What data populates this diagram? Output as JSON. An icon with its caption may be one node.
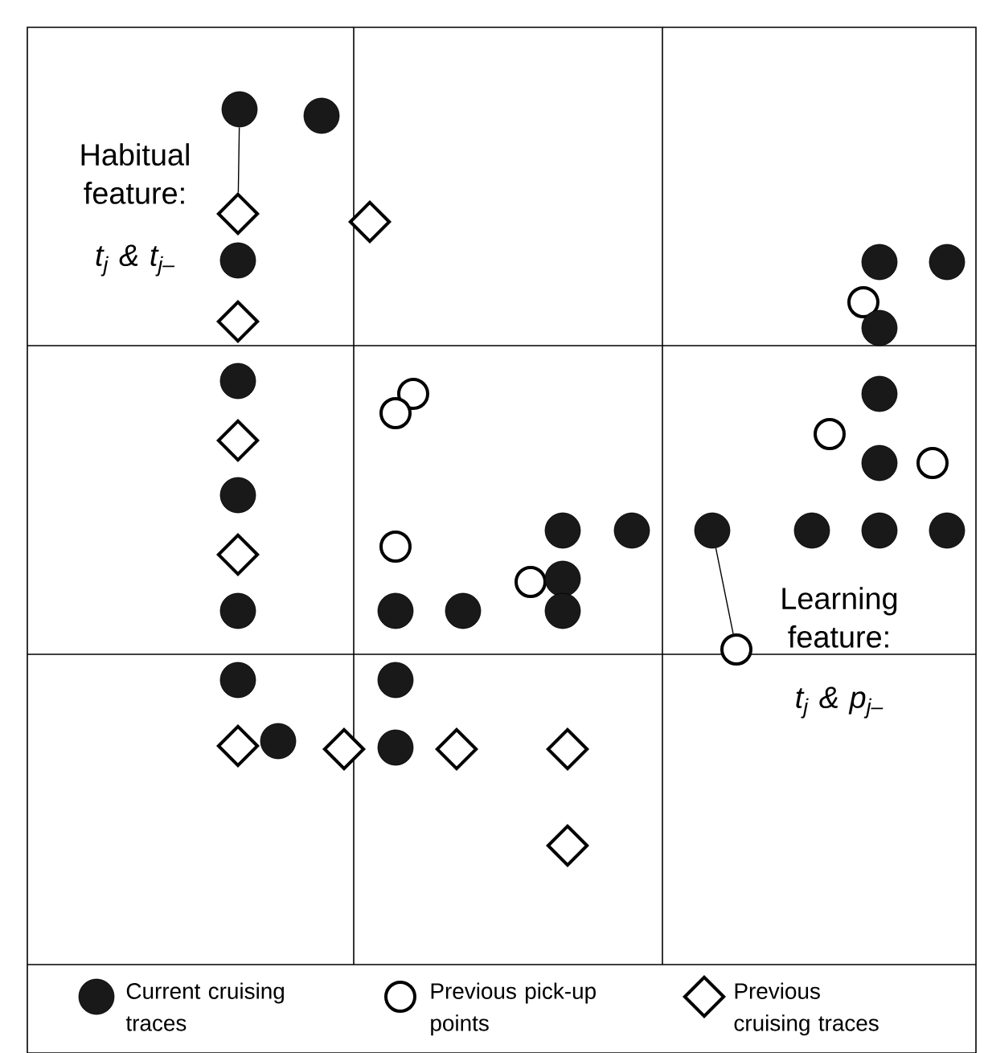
{
  "diagram": {
    "nodes": [
      {
        "text": [],
        "shape": "circle"
      },
      {
        "text": [],
        "shape": "circle"
      },
      {
        "text": [],
        "shape": "diamond"
      },
      {
        "text": [],
        "shape": "diamond"
      },
      {
        "text": [],
        "shape": "circle"
      },
      {
        "text": [],
        "shape": "circle"
      },
      {
        "text": [],
        "shape": "circle"
      },
      {
        "text": [],
        "shape": "circle"
      },
      {
        "text": [],
        "shape": "diamond"
      },
      {
        "text": [],
        "shape": "circle"
      },
      {
        "text": [],
        "shape": "circle"
      },
      {
        "text": [],
        "shape": "circle"
      },
      {
        "text": [],
        "shape": "circle"
      },
      {
        "text": [],
        "shape": "circle"
      },
      {
        "text": [],
        "shape": "circle"
      },
      {
        "text": [],
        "shape": "diamond"
      },
      {
        "text": [],
        "shape": "circle"
      },
      {
        "text": [],
        "shape": "circle"
      },
      {
        "text": [],
        "shape": "circle"
      },
      {
        "text": [],
        "shape": "circle"
      },
      {
        "text": [],
        "shape": "circle"
      },
      {
        "text": [],
        "shape": "circle"
      },
      {
        "text": [],
        "shape": "circle"
      },
      {
        "text": [],
        "shape": "circle"
      },
      {
        "text": [],
        "shape": "circle"
      },
      {
        "text": [],
        "shape": "circle"
      },
      {
        "text": [],
        "shape": "diamond"
      },
      {
        "text": [],
        "shape": "circle"
      },
      {
        "text": [],
        "shape": "circle"
      },
      {
        "text": [],
        "shape": "circle"
      },
      {
        "text": [],
        "shape": "circle"
      },
      {
        "text": [],
        "shape": "circle"
      },
      {
        "text": [],
        "shape": "circle"
      },
      {
        "text": [],
        "shape": "circle"
      },
      {
        "text": [],
        "shape": "circle"
      },
      {
        "text": [],
        "shape": "circle"
      },
      {
        "text": [],
        "shape": "circle"
      },
      {
        "text": [],
        "shape": "diamond"
      },
      {
        "text": [],
        "shape": "circle"
      },
      {
        "text": [],
        "shape": "diamond"
      },
      {
        "text": [],
        "shape": "diamond"
      },
      {
        "text": [],
        "shape": "diamond"
      },
      {
        "text": [],
        "shape": "diamond"
      }
    ],
    "edges": [
      {
        "from": 0,
        "to": 2,
        "arrow": "none"
      },
      {
        "from": 21,
        "to": 33,
        "arrow": "none"
      }
    ],
    "labels": [
      "Habitual feature:",
      "t$_{j}$ & t$_{j–}$",
      "Learning feature:",
      "t$_{j}$ & p$_{j–}$"
    ],
    "legend": [
      {
        "text": "Current cruising traces"
      },
      {
        "text": "Previous pick-up points"
      },
      {
        "text": "Previous cruising traces"
      }
    ]
  }
}
